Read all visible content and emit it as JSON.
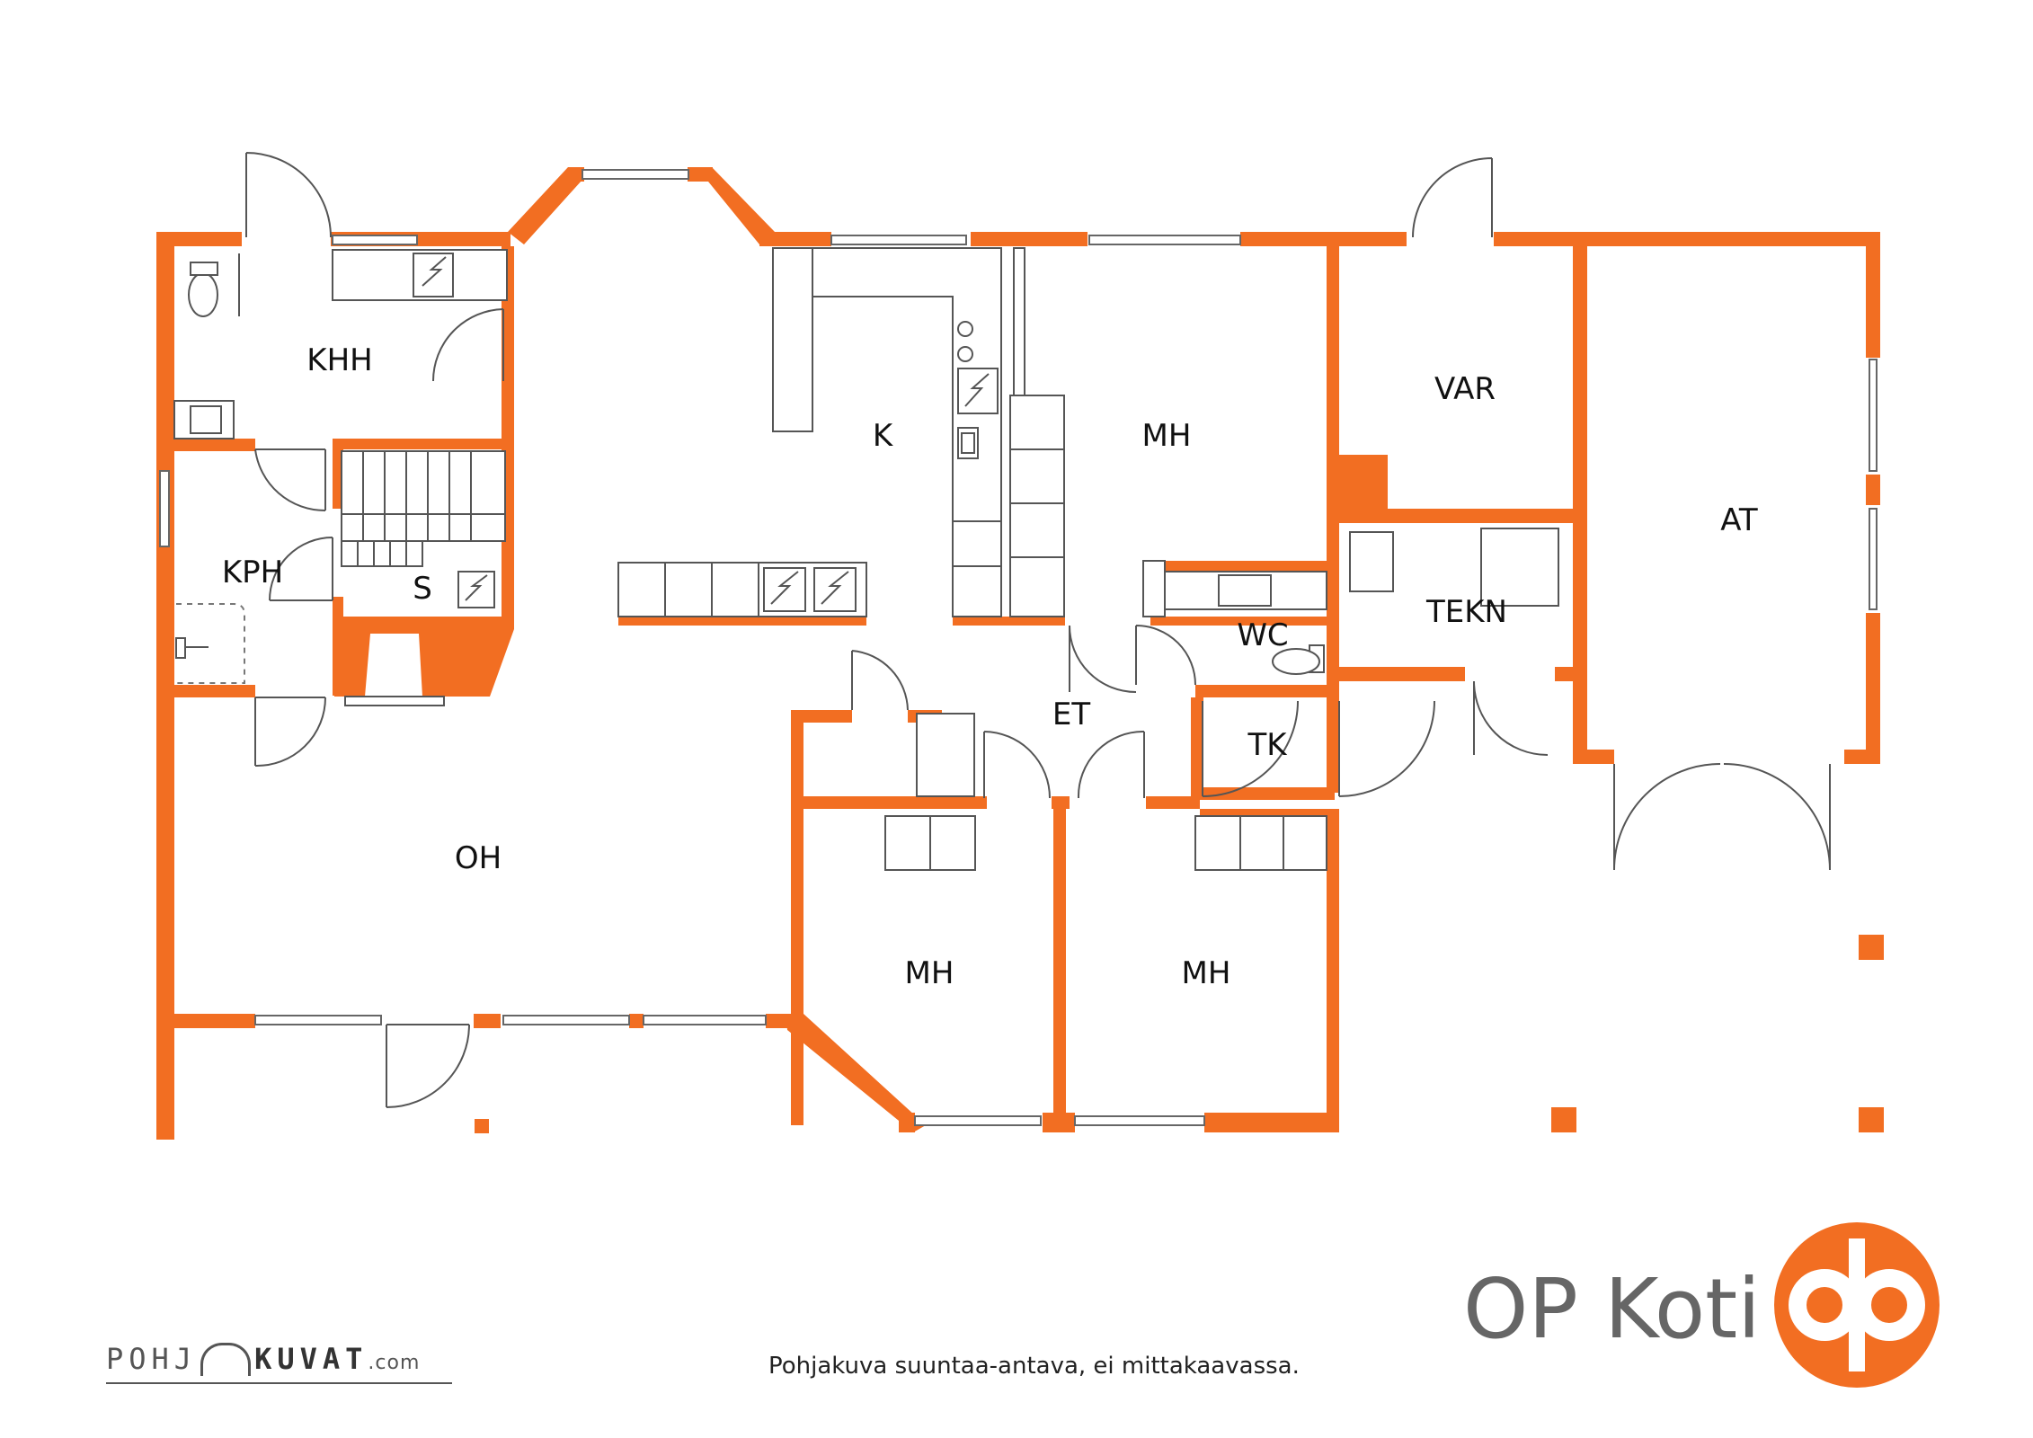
{
  "colors": {
    "wall": "#f26e22",
    "brand_orange": "#f26e22",
    "brand_text": "#666666"
  },
  "rooms": {
    "khh": "KHH",
    "kph": "KPH",
    "s": "S",
    "k": "K",
    "mh_top": "MH",
    "var": "VAR",
    "at": "AT",
    "tekn": "TEKN",
    "wc": "WC",
    "et": "ET",
    "tk": "TK",
    "oh": "OH",
    "mh_bottom_left": "MH",
    "mh_bottom_right": "MH"
  },
  "brand": {
    "name": "OP Koti",
    "logo": "op-logo"
  },
  "footer": {
    "note": "Pohjakuva suuntaa-antava, ei mittakaavassa.",
    "credit_part1": "POHJ",
    "credit_part2": "KUVAT",
    "credit_part3": ".com"
  }
}
